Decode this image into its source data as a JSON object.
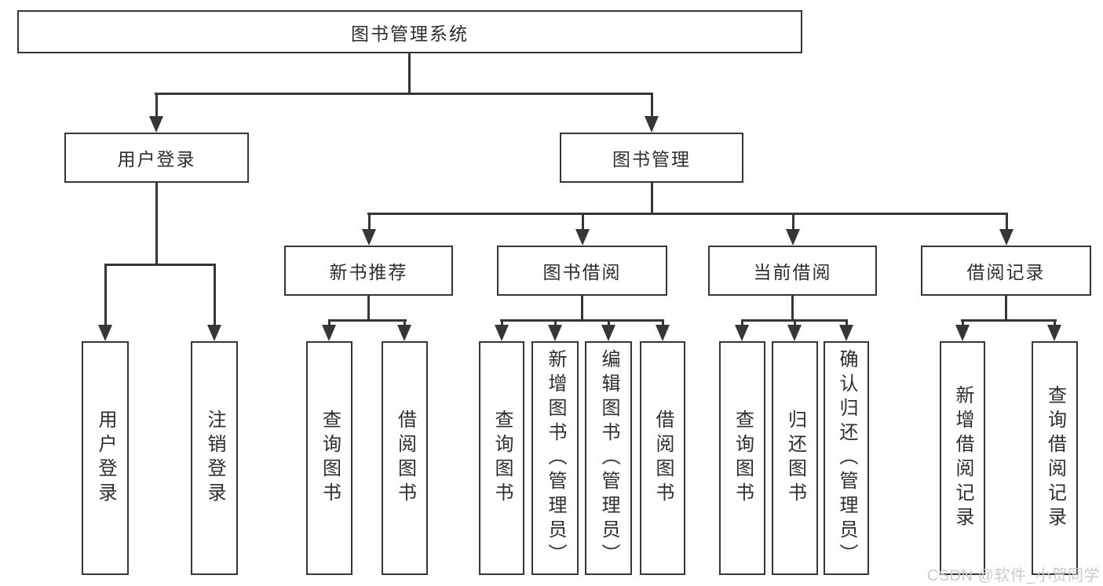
{
  "diagram": {
    "root": {
      "label": "图书管理系统"
    },
    "level2": [
      {
        "label": "用户登录"
      },
      {
        "label": "图书管理"
      }
    ],
    "level3": [
      {
        "label": "新书推荐"
      },
      {
        "label": "图书借阅"
      },
      {
        "label": "当前借阅"
      },
      {
        "label": "借阅记录"
      }
    ],
    "level4": [
      {
        "label": "用户登录"
      },
      {
        "label": "注销登录"
      },
      {
        "label": "查询图书"
      },
      {
        "label": "借阅图书"
      },
      {
        "label": "查询图书"
      },
      {
        "label": "新增图书（管理员）"
      },
      {
        "label": "编辑图书（管理员）"
      },
      {
        "label": "借阅图书"
      },
      {
        "label": "查询图书"
      },
      {
        "label": "归还图书"
      },
      {
        "label": "确认归还（管理员）"
      },
      {
        "label": "新增借阅记录"
      },
      {
        "label": "查询借阅记录"
      }
    ]
  },
  "watermark": {
    "text": "CSDN @软件_小贺同学"
  },
  "colors": {
    "line": "#363636",
    "text": "#2e2e2e",
    "box_background": "#ffffff",
    "page_background": "#ffffff",
    "watermark": "#cbcbcb"
  }
}
